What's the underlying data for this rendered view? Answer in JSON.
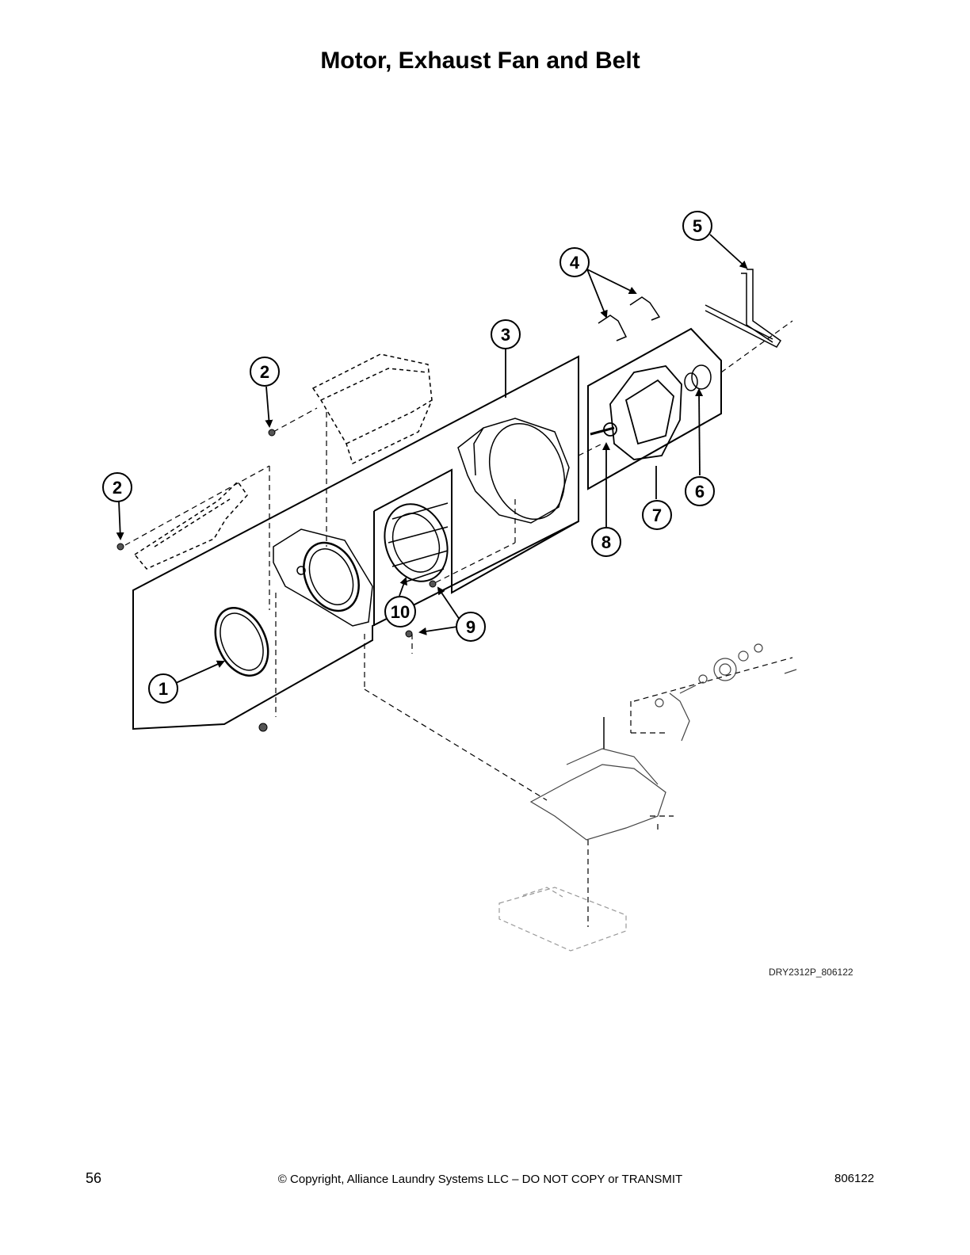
{
  "page": {
    "title": "Motor, Exhaust Fan and Belt",
    "drawing_id": "DRY2312P_806122",
    "page_number": "56",
    "copyright": "© Copyright, Alliance Laundry Systems LLC – DO NOT COPY or TRANSMIT",
    "document_number": "806122"
  },
  "callouts": [
    "1",
    "2",
    "2",
    "3",
    "4",
    "5",
    "6",
    "7",
    "8",
    "9",
    "10"
  ]
}
